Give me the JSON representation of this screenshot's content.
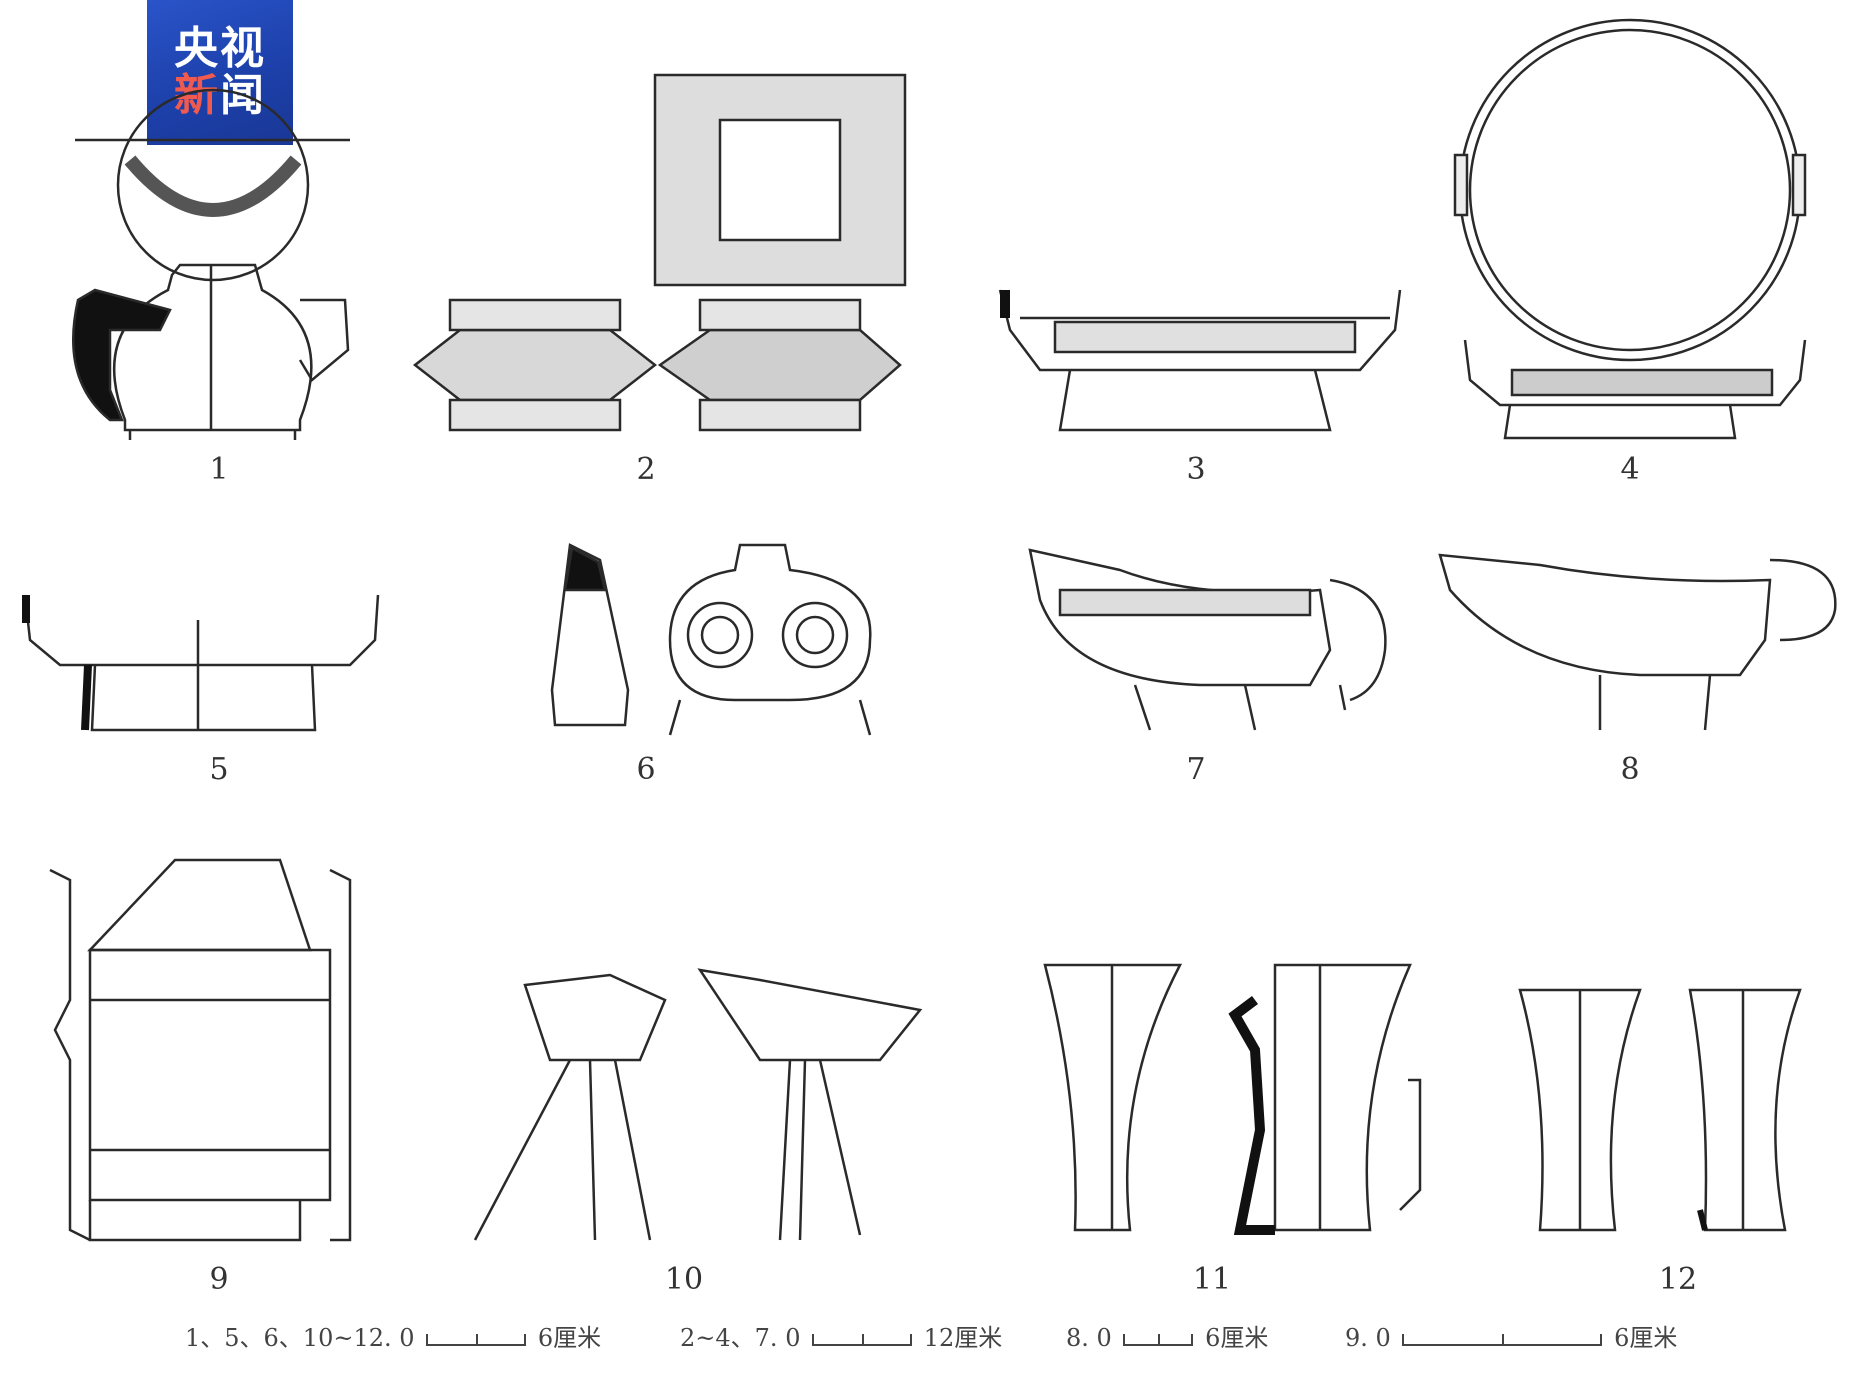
{
  "watermark": {
    "line1": "央视",
    "line2a": "新",
    "line2b": "闻"
  },
  "figures": [
    "1",
    "2",
    "3",
    "4",
    "5",
    "6",
    "7",
    "8",
    "9",
    "10",
    "11",
    "12"
  ],
  "scales": [
    {
      "label": "1、5、6、10~12.",
      "zero": "0",
      "end": "6厘米"
    },
    {
      "label": "2~4、7.",
      "zero": "0",
      "end": "12厘米"
    },
    {
      "label": "8.",
      "zero": "0",
      "end": "6厘米"
    },
    {
      "label": "9.",
      "zero": "0",
      "end": "6厘米"
    }
  ],
  "colors": {
    "ink": "#2a2a2a",
    "fill": "#111111",
    "logo_blue": "#1f44b0",
    "logo_red": "#f05a4f"
  }
}
